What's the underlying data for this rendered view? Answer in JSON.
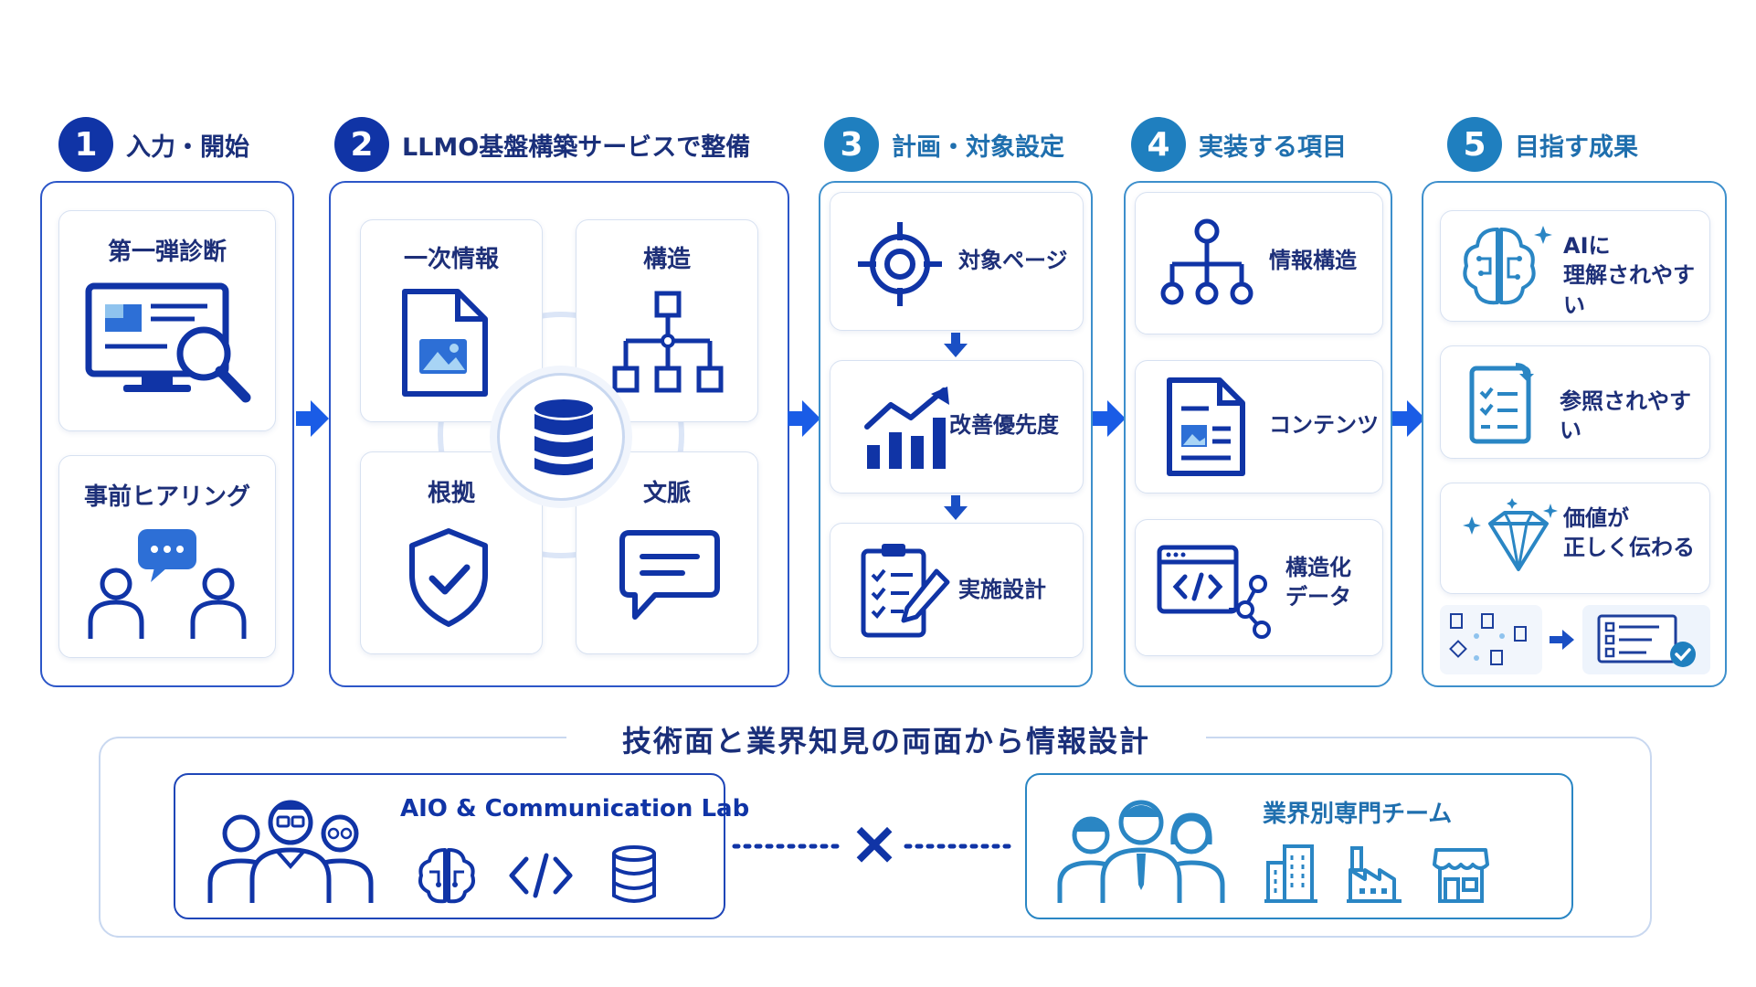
{
  "steps": [
    {
      "num": "1",
      "title": "入力・開始"
    },
    {
      "num": "2",
      "title": "LLMO基盤構築サービスで整備"
    },
    {
      "num": "3",
      "title": "計画・対象設定"
    },
    {
      "num": "4",
      "title": "実装する項目"
    },
    {
      "num": "5",
      "title": "目指す成果"
    }
  ],
  "input": {
    "item1": "第一弾診断",
    "item2": "事前ヒアリング"
  },
  "llmo": {
    "tl": "一次情報",
    "tr": "構造",
    "bl": "根拠",
    "br": "文脈"
  },
  "plan": {
    "item1": "対象ページ",
    "item2": "改善優先度",
    "item3": "実施設計"
  },
  "impl": {
    "item1": "情報構造",
    "item2": "コンテンツ",
    "item3_line1": "構造化",
    "item3_line2": "データ"
  },
  "outcome": {
    "item1_line1": "AIに",
    "item1_line2": "理解されやすい",
    "item2": "参照されやすい",
    "item3_line1": "価値が",
    "item3_line2": "正しく伝わる"
  },
  "bottom": {
    "title": "技術面と業界知見の両面から情報設計",
    "left_team": "AIO & Communication Lab",
    "times": "×",
    "right_team": "業界別専門チーム"
  },
  "colors": {
    "primary": "#1034a6",
    "teal": "#1f7fbf",
    "arrow": "#1a5ce6"
  }
}
